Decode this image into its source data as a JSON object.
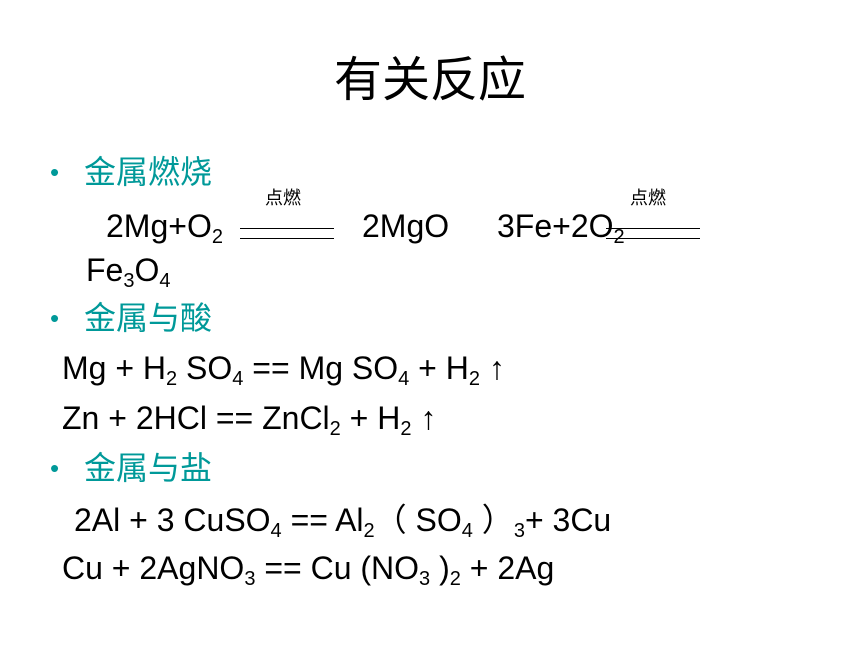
{
  "title": "有关反应",
  "bullet_symbol": "•",
  "sections": {
    "combustion": {
      "heading": "金属燃烧",
      "condition": "点燃",
      "eq1_left": "2Mg+O",
      "eq1_left_sub": "2",
      "eq1_right": "2MgO",
      "eq2_left": "3Fe+2O",
      "eq2_left_sub": "2",
      "eq2_product": {
        "p1": "Fe",
        "s1": "3",
        "p2": "O",
        "s2": "4"
      }
    },
    "acid": {
      "heading": "金属与酸",
      "eq1": {
        "a": "Mg +  H",
        "a_sub": "2",
        "b": " SO",
        "b_sub": "4",
        "c": "  == Mg SO",
        "c_sub": "4",
        "d": "  +  H",
        "d_sub": "2",
        "e": " ↑"
      },
      "eq2": {
        "a": "Zn  + 2HCl ==  ZnCl",
        "a_sub": "2",
        "b": "  +  H",
        "b_sub": "2",
        "c": " ↑"
      }
    },
    "salt": {
      "heading": "金属与盐",
      "eq1": {
        "a": "2Al + 3 CuSO",
        "a_sub": "4",
        "b": "     == Al",
        "b_sub": "2",
        "c": "（ SO",
        "c_sub": "4",
        "d": " ）",
        "d_sub": "3",
        "e": "+  3Cu"
      },
      "eq2": {
        "a": "Cu  +  2AgNO",
        "a_sub": "3",
        "b": "     == Cu (NO",
        "b_sub": "3",
        "c": " )",
        "c_sub": "2",
        "d": " +  2Ag"
      }
    }
  }
}
